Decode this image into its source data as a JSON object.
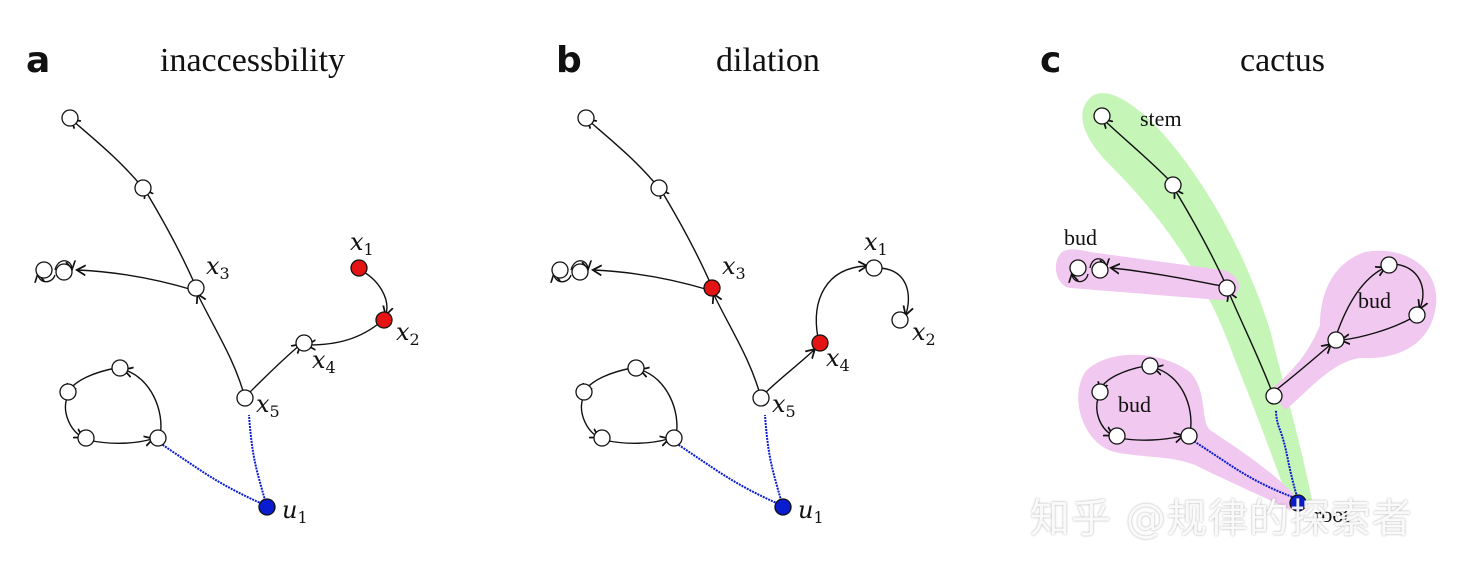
{
  "panels": [
    {
      "letter": "a",
      "title": "inaccessbility"
    },
    {
      "letter": "b",
      "title": "dilation"
    },
    {
      "letter": "c",
      "title": "cactus"
    }
  ],
  "labels_a": {
    "x1": "x",
    "x1s": "1",
    "x2": "x",
    "x2s": "2",
    "x3": "x",
    "x3s": "3",
    "x4": "x",
    "x4s": "4",
    "x5": "x",
    "x5s": "5",
    "u1": "u",
    "u1s": "1"
  },
  "labels_b": {
    "x1": "x",
    "x1s": "1",
    "x2": "x",
    "x2s": "2",
    "x3": "x",
    "x3s": "3",
    "x4": "x",
    "x4s": "4",
    "x5": "x",
    "x5s": "5",
    "u1": "u",
    "u1s": "1"
  },
  "labels_c": {
    "stem": "stem",
    "bud1": "bud",
    "bud2": "bud",
    "bud3": "bud",
    "root": "root"
  },
  "colors": {
    "red": "#e41414",
    "blue": "#0a1ccf",
    "green": "#c6f5b8",
    "pink": "#f1c8f0"
  },
  "watermark": "知乎 @规律的探索者"
}
